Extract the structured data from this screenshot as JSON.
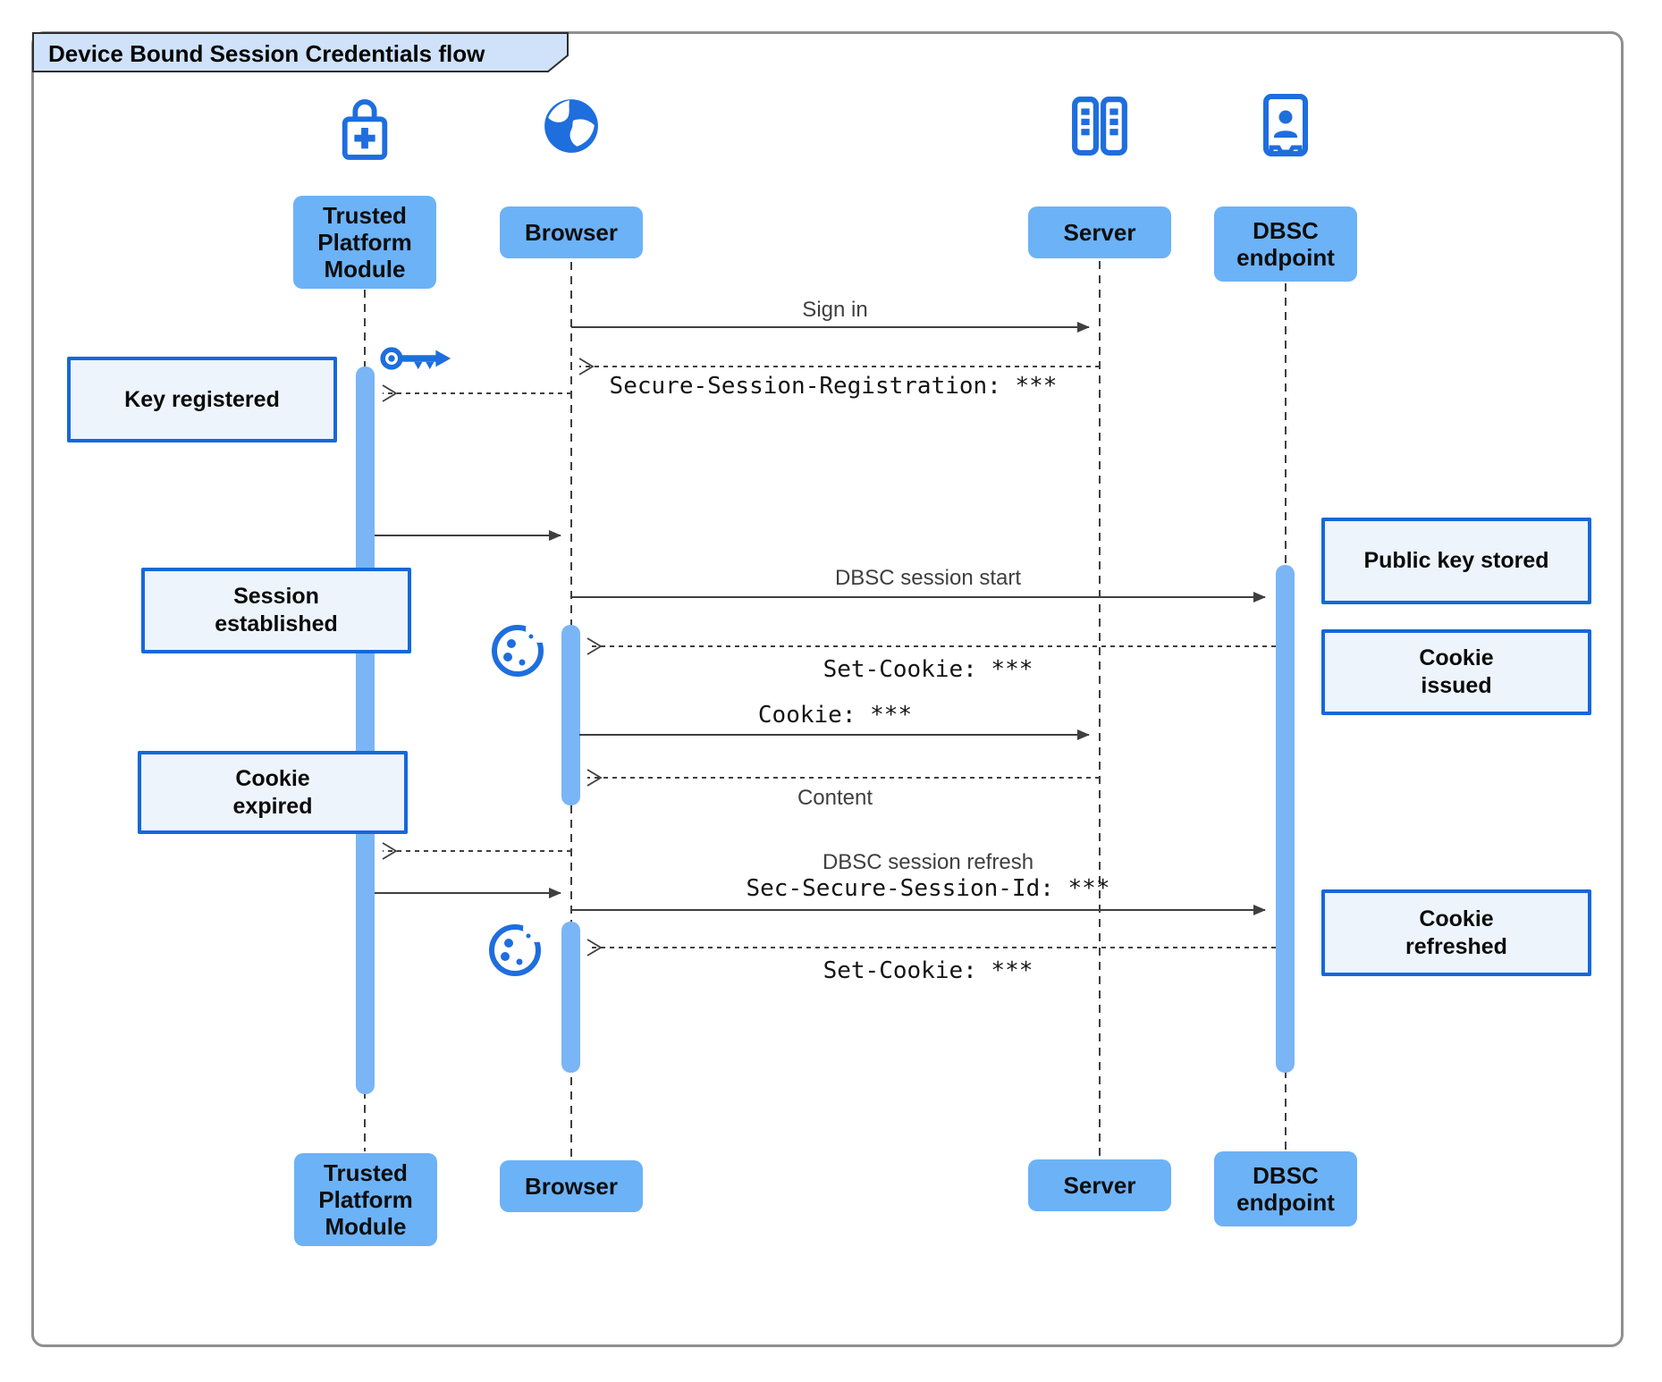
{
  "title": "Device Bound Session Credentials flow",
  "participants": {
    "tpm": {
      "label": "Trusted Platform Module",
      "icon": "lock-plus-icon"
    },
    "browser": {
      "label": "Browser",
      "icon": "globe-icon"
    },
    "server": {
      "label": "Server",
      "icon": "server-racks-icon"
    },
    "dbsc": {
      "label": "DBSC endpoint",
      "icon": "id-badge-icon"
    }
  },
  "messages": [
    {
      "id": "sign-in",
      "label": "Sign in",
      "from": "Browser",
      "to": "Server",
      "line": "solid"
    },
    {
      "id": "secure-session-registration",
      "label": "Secure-Session-Registration: ***",
      "from": "Server",
      "to": "Browser",
      "line": "dashed"
    },
    {
      "id": "register-key",
      "label": "",
      "from": "Browser",
      "to": "Trusted Platform Module",
      "line": "dashed"
    },
    {
      "id": "key-created",
      "label": "",
      "from": "Trusted Platform Module",
      "to": "Browser",
      "line": "solid"
    },
    {
      "id": "dbsc-session-start",
      "label": "DBSC session start",
      "from": "Browser",
      "to": "DBSC endpoint",
      "line": "solid"
    },
    {
      "id": "set-cookie-1",
      "label": "Set-Cookie: ***",
      "from": "DBSC endpoint",
      "to": "Browser",
      "line": "dashed"
    },
    {
      "id": "cookie",
      "label": "Cookie: ***",
      "from": "Browser",
      "to": "Server",
      "line": "solid"
    },
    {
      "id": "content",
      "label": "Content",
      "from": "Server",
      "to": "Browser",
      "line": "dashed"
    },
    {
      "id": "refresh-key-request",
      "label": "",
      "from": "Browser",
      "to": "Trusted Platform Module",
      "line": "dashed"
    },
    {
      "id": "refresh-key-signed",
      "label": "",
      "from": "Trusted Platform Module",
      "to": "Browser",
      "line": "solid"
    },
    {
      "id": "dbsc-session-refresh",
      "label": "DBSC session refresh",
      "label2": "Sec-Secure-Session-Id: ***",
      "from": "Browser",
      "to": "DBSC endpoint",
      "line": "solid"
    },
    {
      "id": "set-cookie-2",
      "label": "Set-Cookie: ***",
      "from": "DBSC endpoint",
      "to": "Browser",
      "line": "dashed"
    }
  ],
  "notes": [
    {
      "text": "Key registered",
      "position": "left of Trusted Platform Module"
    },
    {
      "text": "Session\nestablished",
      "position": "left of Trusted Platform Module"
    },
    {
      "text": "Cookie\nexpired",
      "position": "left of Trusted Platform Module"
    },
    {
      "text": "Public key stored",
      "position": "right of DBSC endpoint"
    },
    {
      "text": "Cookie\nissued",
      "position": "right of DBSC endpoint"
    },
    {
      "text": "Cookie\nrefreshed",
      "position": "right of DBSC endpoint"
    }
  ],
  "icons": {
    "tpm": "lock-plus-icon",
    "browser": "globe-icon",
    "server": "server-racks-icon",
    "dbsc_endpoint": "id-badge-icon",
    "key": "key-icon",
    "cookie": "cookie-icon"
  },
  "colors": {
    "participant_fill": "#6cb2f7",
    "icon_blue": "#1e6ede",
    "activation_fill": "#7ab5f6",
    "note_fill": "#edf4fc",
    "note_border": "#1568da",
    "arrow": "#3f3f3f",
    "title_fill": "#cfe2f9"
  }
}
